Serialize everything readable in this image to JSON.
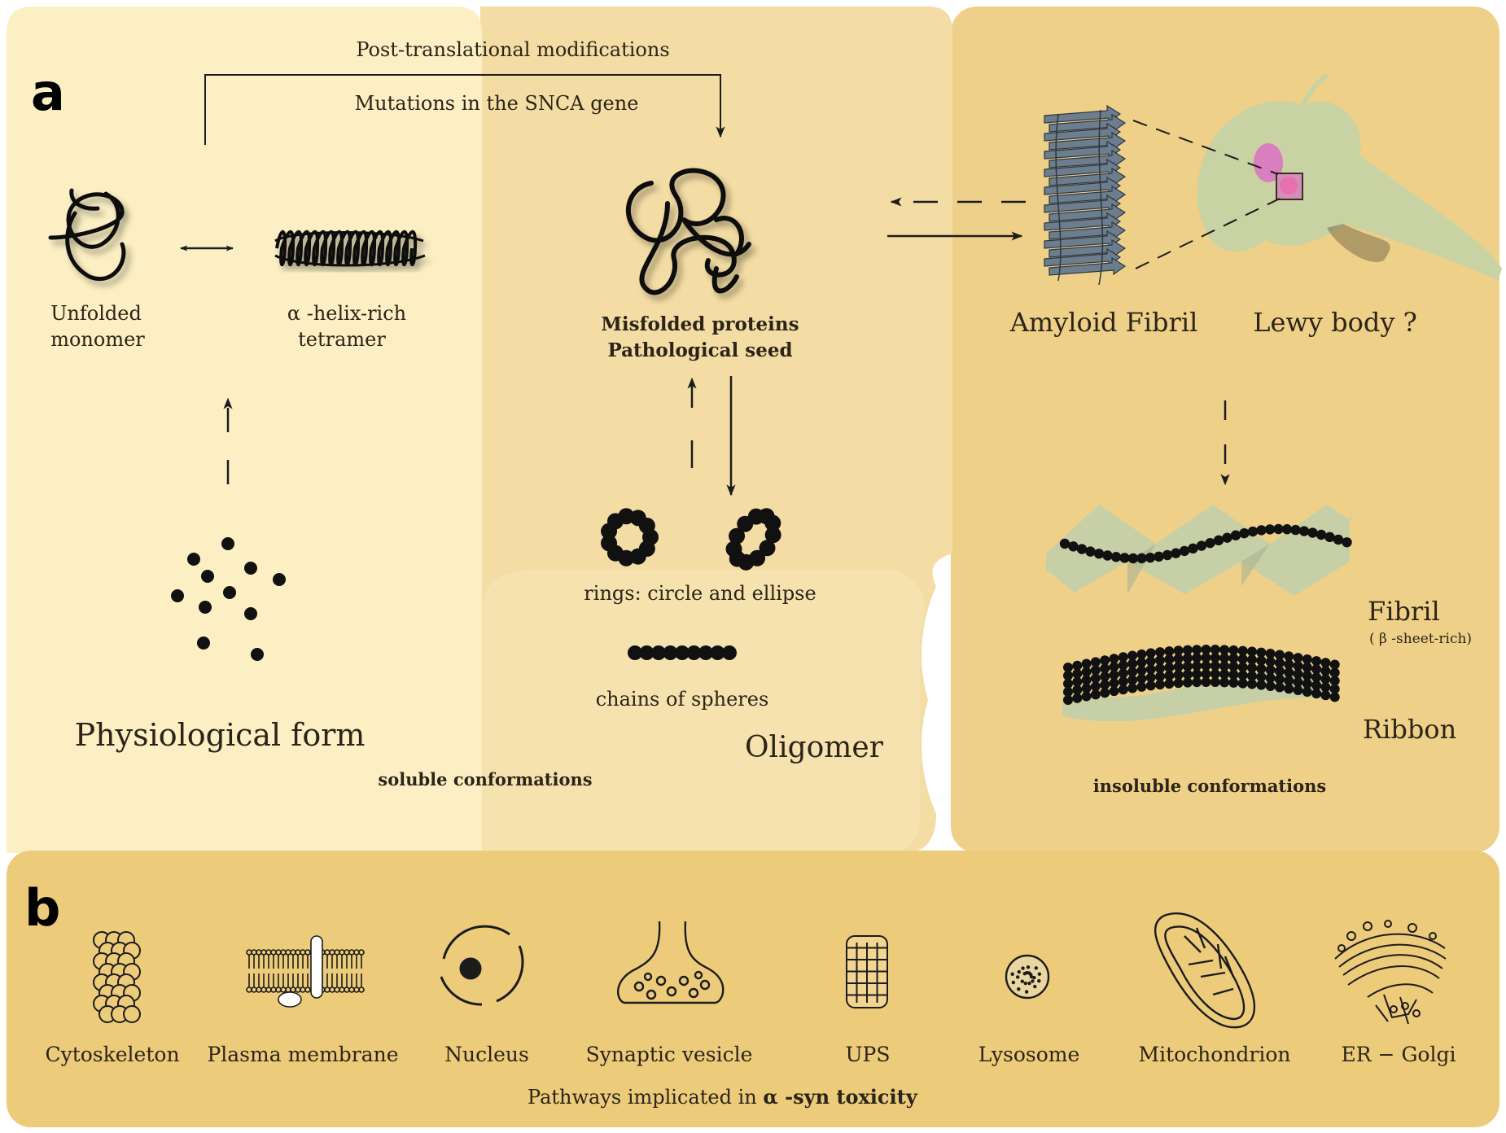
{
  "colors": {
    "panel_soluble_left": "#fbefc3",
    "panel_oligomer": "#f4dda4",
    "panel_insoluble": "#efd089",
    "panel_b": "#eccb7b",
    "ink": "#1c1c1c",
    "fibril_blue": "#6c7d8e",
    "neuron_green": "#c8d2a3",
    "lewy_pink": "#d97fbf",
    "sheet_green": "#c7cfa6"
  },
  "panel_a": {
    "letter": "a",
    "arrow_top_labels": {
      "ptm": "Post-translational modifications",
      "mutations": "Mutations in the SNCA gene"
    },
    "physiological": {
      "unfolded_monomer": [
        "Unfolded",
        "monomer"
      ],
      "tetramer": [
        "α -helix-rich",
        "tetramer"
      ],
      "form_label": "Physiological  form"
    },
    "oligomer": {
      "misfolded": [
        "Misfolded proteins",
        "Pathological seed"
      ],
      "rings_label": "rings: circle and ellipse",
      "chains_label": "chains of spheres",
      "title": "Oligomer"
    },
    "insoluble": {
      "amyloid_fibril": "Amyloid Fibril",
      "lewy_body": "Lewy body ?",
      "fibril": "Fibril",
      "fibril_sub": "( β -sheet-rich)",
      "ribbon": "Ribbon"
    },
    "soluble_label": "soluble conformations",
    "insoluble_label": "insoluble conformations"
  },
  "panel_b": {
    "letter": "b",
    "organelles": [
      {
        "label": "Cytoskeleton",
        "icon": "cytoskeleton-icon"
      },
      {
        "label": "Plasma membrane",
        "icon": "plasma-membrane-icon"
      },
      {
        "label": "Nucleus",
        "icon": "nucleus-icon"
      },
      {
        "label": "Synaptic vesicle",
        "icon": "synaptic-vesicle-icon"
      },
      {
        "label": "UPS",
        "icon": "proteasome-icon"
      },
      {
        "label": "Lysosome",
        "icon": "lysosome-icon"
      },
      {
        "label": "Mitochondrion",
        "icon": "mitochondrion-icon"
      },
      {
        "label": "ER − Golgi",
        "icon": "er-golgi-icon"
      }
    ],
    "pathways_prefix": "Pathways  implicated in",
    "pathways_emph": "α -syn toxicity"
  }
}
